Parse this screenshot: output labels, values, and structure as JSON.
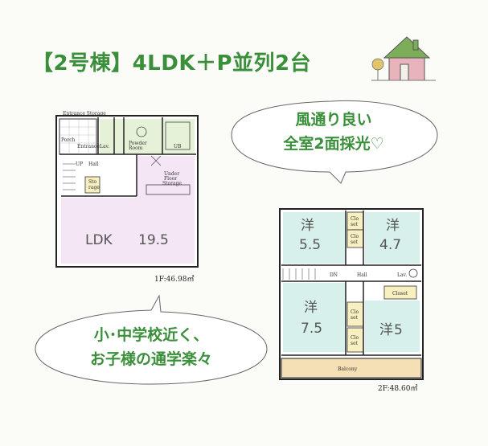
{
  "title": "【2号棟】4LDK＋P並列2台",
  "bubble_top": {
    "line1": "風通り良い",
    "line2": "全室2面採光♡"
  },
  "bubble_bottom": {
    "line1": "小･中学校近く、",
    "line2": "お子様の通学楽々"
  },
  "floor1": {
    "area": "1F:46.98㎡",
    "entrance_storage": "Entrance Storage",
    "porch": "Porch",
    "entrance": "Entrance",
    "lav": "Lav.",
    "powder_room_1": "Powder",
    "powder_room_2": "Room",
    "ub": "UB",
    "up": "UP",
    "hall": "Hall",
    "sto_1": "Sto",
    "sto_2": "rage",
    "underfloor_1": "Under",
    "underfloor_2": "Floor",
    "underfloor_3": "Storage",
    "ldk": "LDK",
    "ldk_size": "19.5"
  },
  "floor2": {
    "area": "2F:48.60㎡",
    "room_tl": {
      "name": "洋",
      "size": "5.5"
    },
    "room_tr": {
      "name": "洋",
      "size": "4.7"
    },
    "room_bl": {
      "name": "洋",
      "size": "7.5"
    },
    "room_br": {
      "name": "洋",
      "size": "5"
    },
    "closet_a1": "Clo",
    "closet_a2": "set",
    "closet": "Closet",
    "dn": "DN",
    "hall": "Hall",
    "lav": "Lav.",
    "balcony": "Balcony"
  },
  "colors": {
    "title": "#3a8f3a",
    "ldk_fill": "#f5e6f5",
    "room_fill": "#d8f0ec",
    "closet_fill": "#f8f0c0",
    "balcony_fill": "#f5dfb5",
    "wet_fill": "#e6f2d8"
  }
}
